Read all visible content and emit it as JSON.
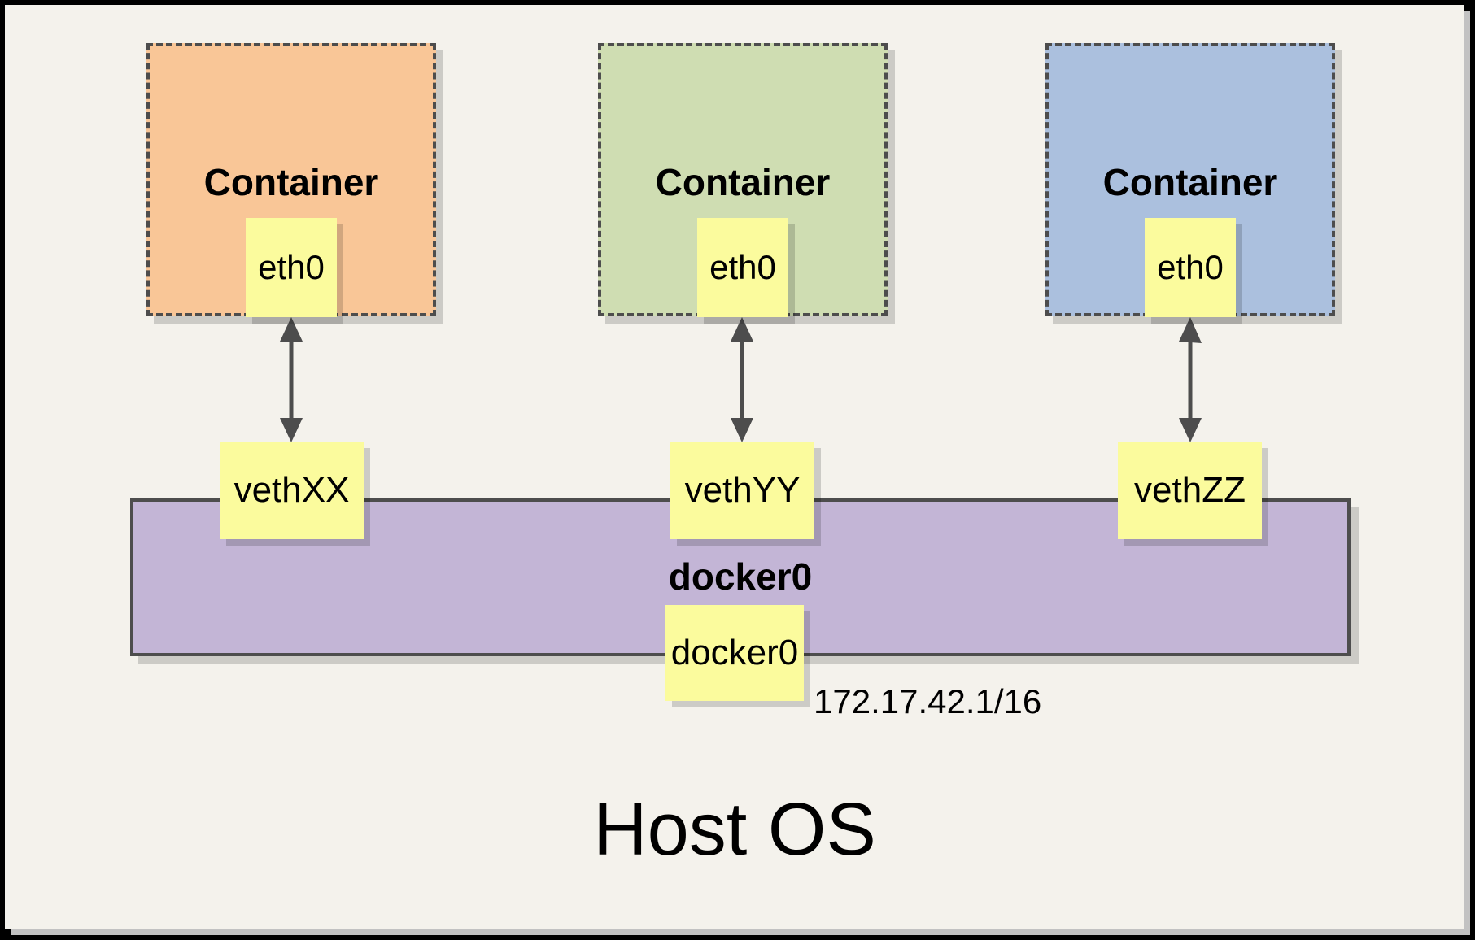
{
  "diagram": {
    "host_os_label": "Host OS",
    "containers": [
      {
        "title": "Container",
        "interface_label": "eth0",
        "veth_label": "vethXX",
        "fill": "#F9C697"
      },
      {
        "title": "Container",
        "interface_label": "eth0",
        "veth_label": "vethYY",
        "fill": "#CFDDB2"
      },
      {
        "title": "Container",
        "interface_label": "eth0",
        "veth_label": "vethZZ",
        "fill": "#ABC0DE"
      }
    ],
    "bridge": {
      "name_label": "docker0",
      "interface_label": "docker0",
      "ip": "172.17.42.1/16",
      "fill": "#C3B5D6"
    },
    "colors": {
      "page_background": "#F4F2EC",
      "outer_frame": "#000000",
      "page_drop_shadow": "#C2C2C2",
      "interface_chip_fill": "#FBFB9D",
      "line_dark": "#4D4D4D"
    }
  }
}
